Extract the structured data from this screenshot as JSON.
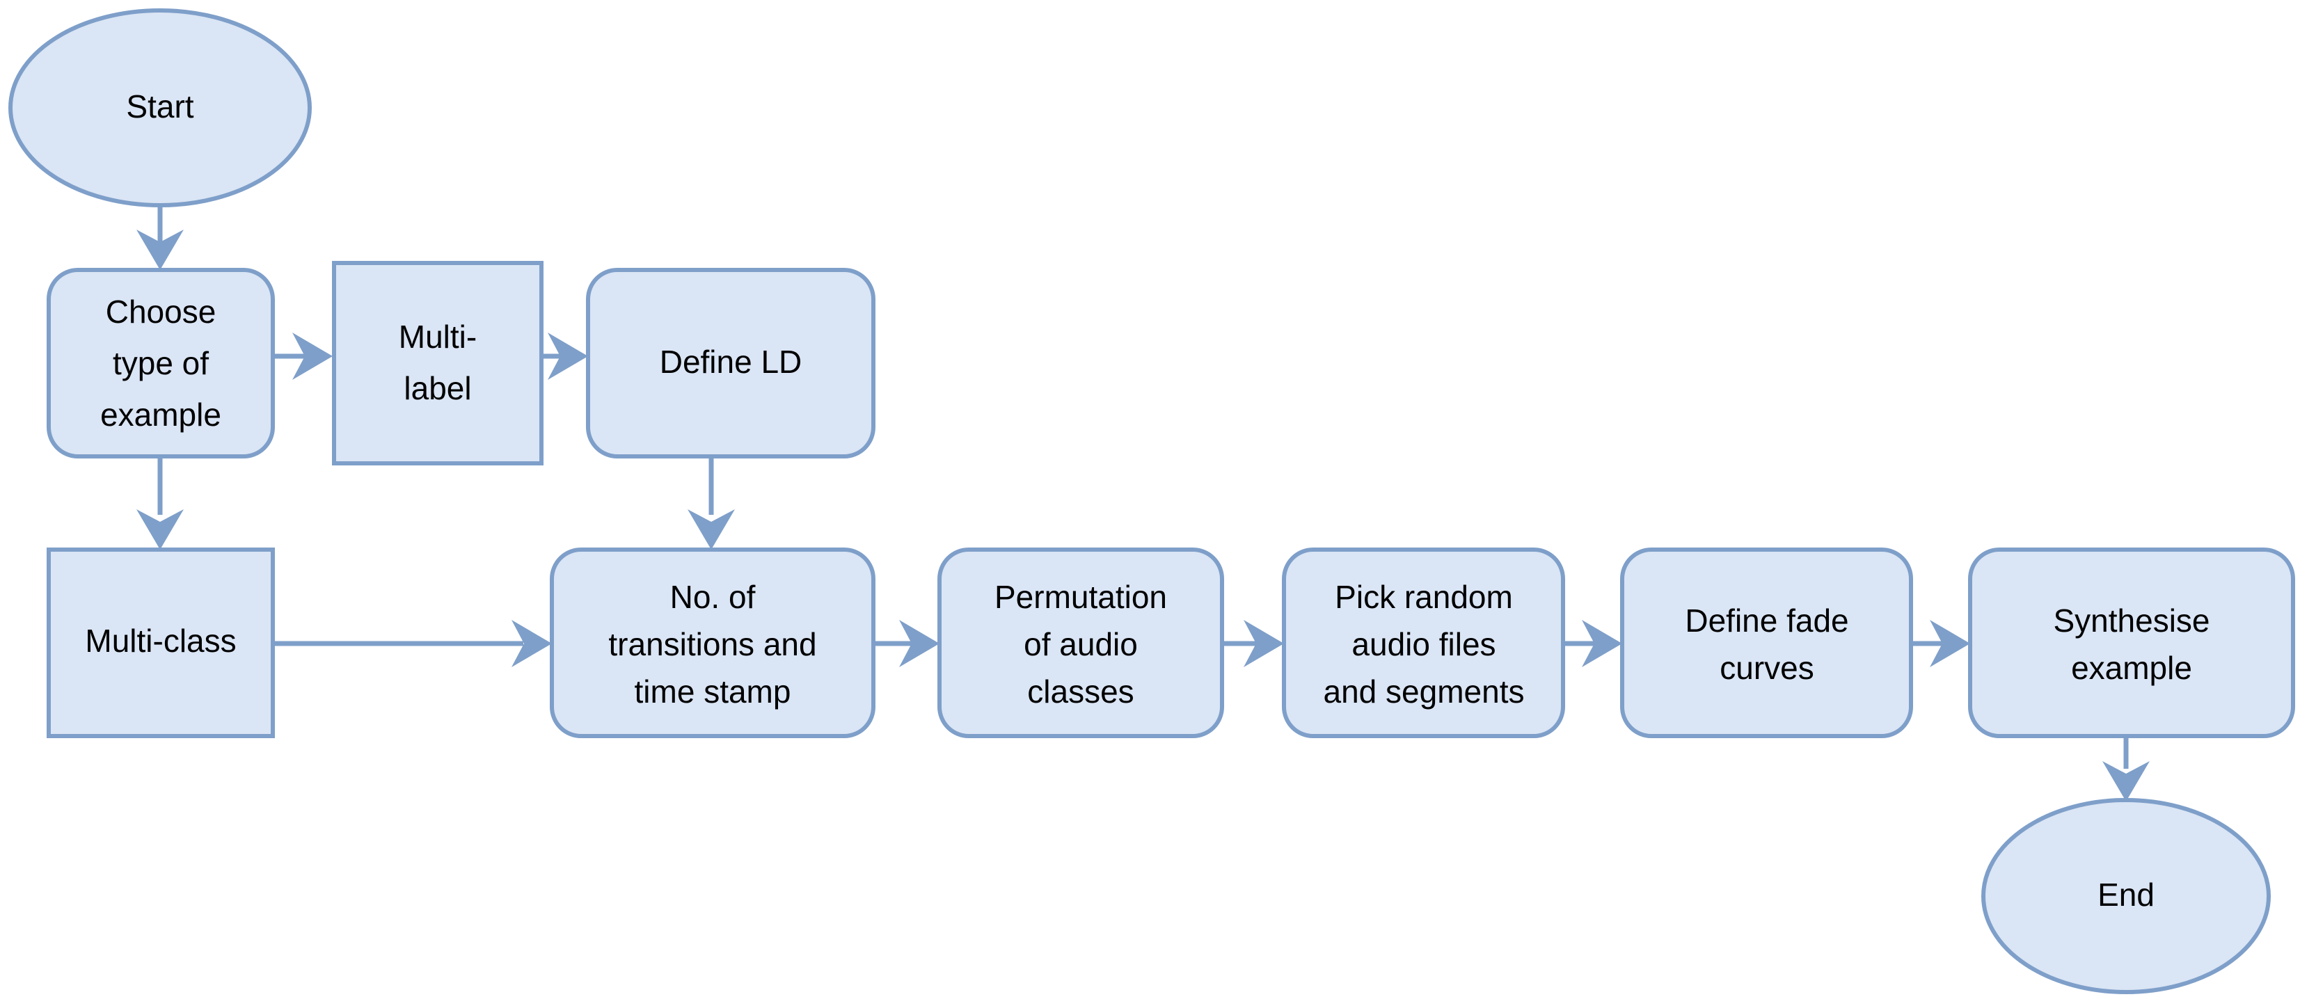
{
  "diagram": {
    "title": "Audio example synthesis flowchart",
    "colors": {
      "node_fill": "#dae5f5",
      "node_border": "#7e9fc9",
      "edge": "#7e9fc9",
      "text": "#000000",
      "background": "#ffffff"
    },
    "nodes": [
      {
        "id": "start",
        "label": "Start",
        "shape": "ellipse",
        "lines": [
          "Start"
        ]
      },
      {
        "id": "choose",
        "label": "Choose type of example",
        "shape": "rounded-rect",
        "lines": [
          "Choose",
          "type of",
          "example"
        ]
      },
      {
        "id": "multilabel",
        "label": "Multi-label",
        "shape": "rect",
        "lines": [
          "Multi-",
          "label"
        ]
      },
      {
        "id": "defineld",
        "label": "Define LD",
        "shape": "rounded-rect",
        "lines": [
          "Define LD"
        ]
      },
      {
        "id": "multiclass",
        "label": "Multi-class",
        "shape": "rect",
        "lines": [
          "Multi-class"
        ]
      },
      {
        "id": "transitions",
        "label": "No. of transitions and time stamp",
        "shape": "rounded-rect",
        "lines": [
          "No. of",
          "transitions and",
          "time stamp"
        ]
      },
      {
        "id": "permutation",
        "label": "Permutation of audio classes",
        "shape": "rounded-rect",
        "lines": [
          "Permutation",
          "of audio",
          "classes"
        ]
      },
      {
        "id": "pickrandom",
        "label": "Pick random audio files and segments",
        "shape": "rounded-rect",
        "lines": [
          "Pick random",
          "audio files",
          "and segments"
        ]
      },
      {
        "id": "fade",
        "label": "Define fade curves",
        "shape": "rounded-rect",
        "lines": [
          "Define fade",
          "curves"
        ]
      },
      {
        "id": "synthesise",
        "label": "Synthesise example",
        "shape": "rounded-rect",
        "lines": [
          "Synthesise",
          "example"
        ]
      },
      {
        "id": "end",
        "label": "End",
        "shape": "ellipse",
        "lines": [
          "End"
        ]
      }
    ],
    "edges": [
      {
        "from": "start",
        "to": "choose",
        "direction": "down"
      },
      {
        "from": "choose",
        "to": "multilabel",
        "direction": "right"
      },
      {
        "from": "multilabel",
        "to": "defineld",
        "direction": "right"
      },
      {
        "from": "choose",
        "to": "multiclass",
        "direction": "down"
      },
      {
        "from": "defineld",
        "to": "transitions",
        "direction": "down"
      },
      {
        "from": "multiclass",
        "to": "transitions",
        "direction": "right"
      },
      {
        "from": "transitions",
        "to": "permutation",
        "direction": "right"
      },
      {
        "from": "permutation",
        "to": "pickrandom",
        "direction": "right"
      },
      {
        "from": "pickrandom",
        "to": "fade",
        "direction": "right"
      },
      {
        "from": "fade",
        "to": "synthesise",
        "direction": "right"
      },
      {
        "from": "synthesise",
        "to": "end",
        "direction": "down"
      }
    ]
  },
  "labels": {
    "start": "Start",
    "choose_l1": "Choose",
    "choose_l2": "type of",
    "choose_l3": "example",
    "multilabel_l1": "Multi-",
    "multilabel_l2": "label",
    "defineld_l1": "Define LD",
    "multiclass_l1": "Multi-class",
    "transitions_l1": "No. of",
    "transitions_l2": "transitions and",
    "transitions_l3": "time stamp",
    "permutation_l1": "Permutation",
    "permutation_l2": "of audio",
    "permutation_l3": "classes",
    "pickrandom_l1": "Pick random",
    "pickrandom_l2": "audio files",
    "pickrandom_l3": "and segments",
    "fade_l1": "Define fade",
    "fade_l2": "curves",
    "synthesise_l1": "Synthesise",
    "synthesise_l2": "example",
    "end": "End"
  }
}
